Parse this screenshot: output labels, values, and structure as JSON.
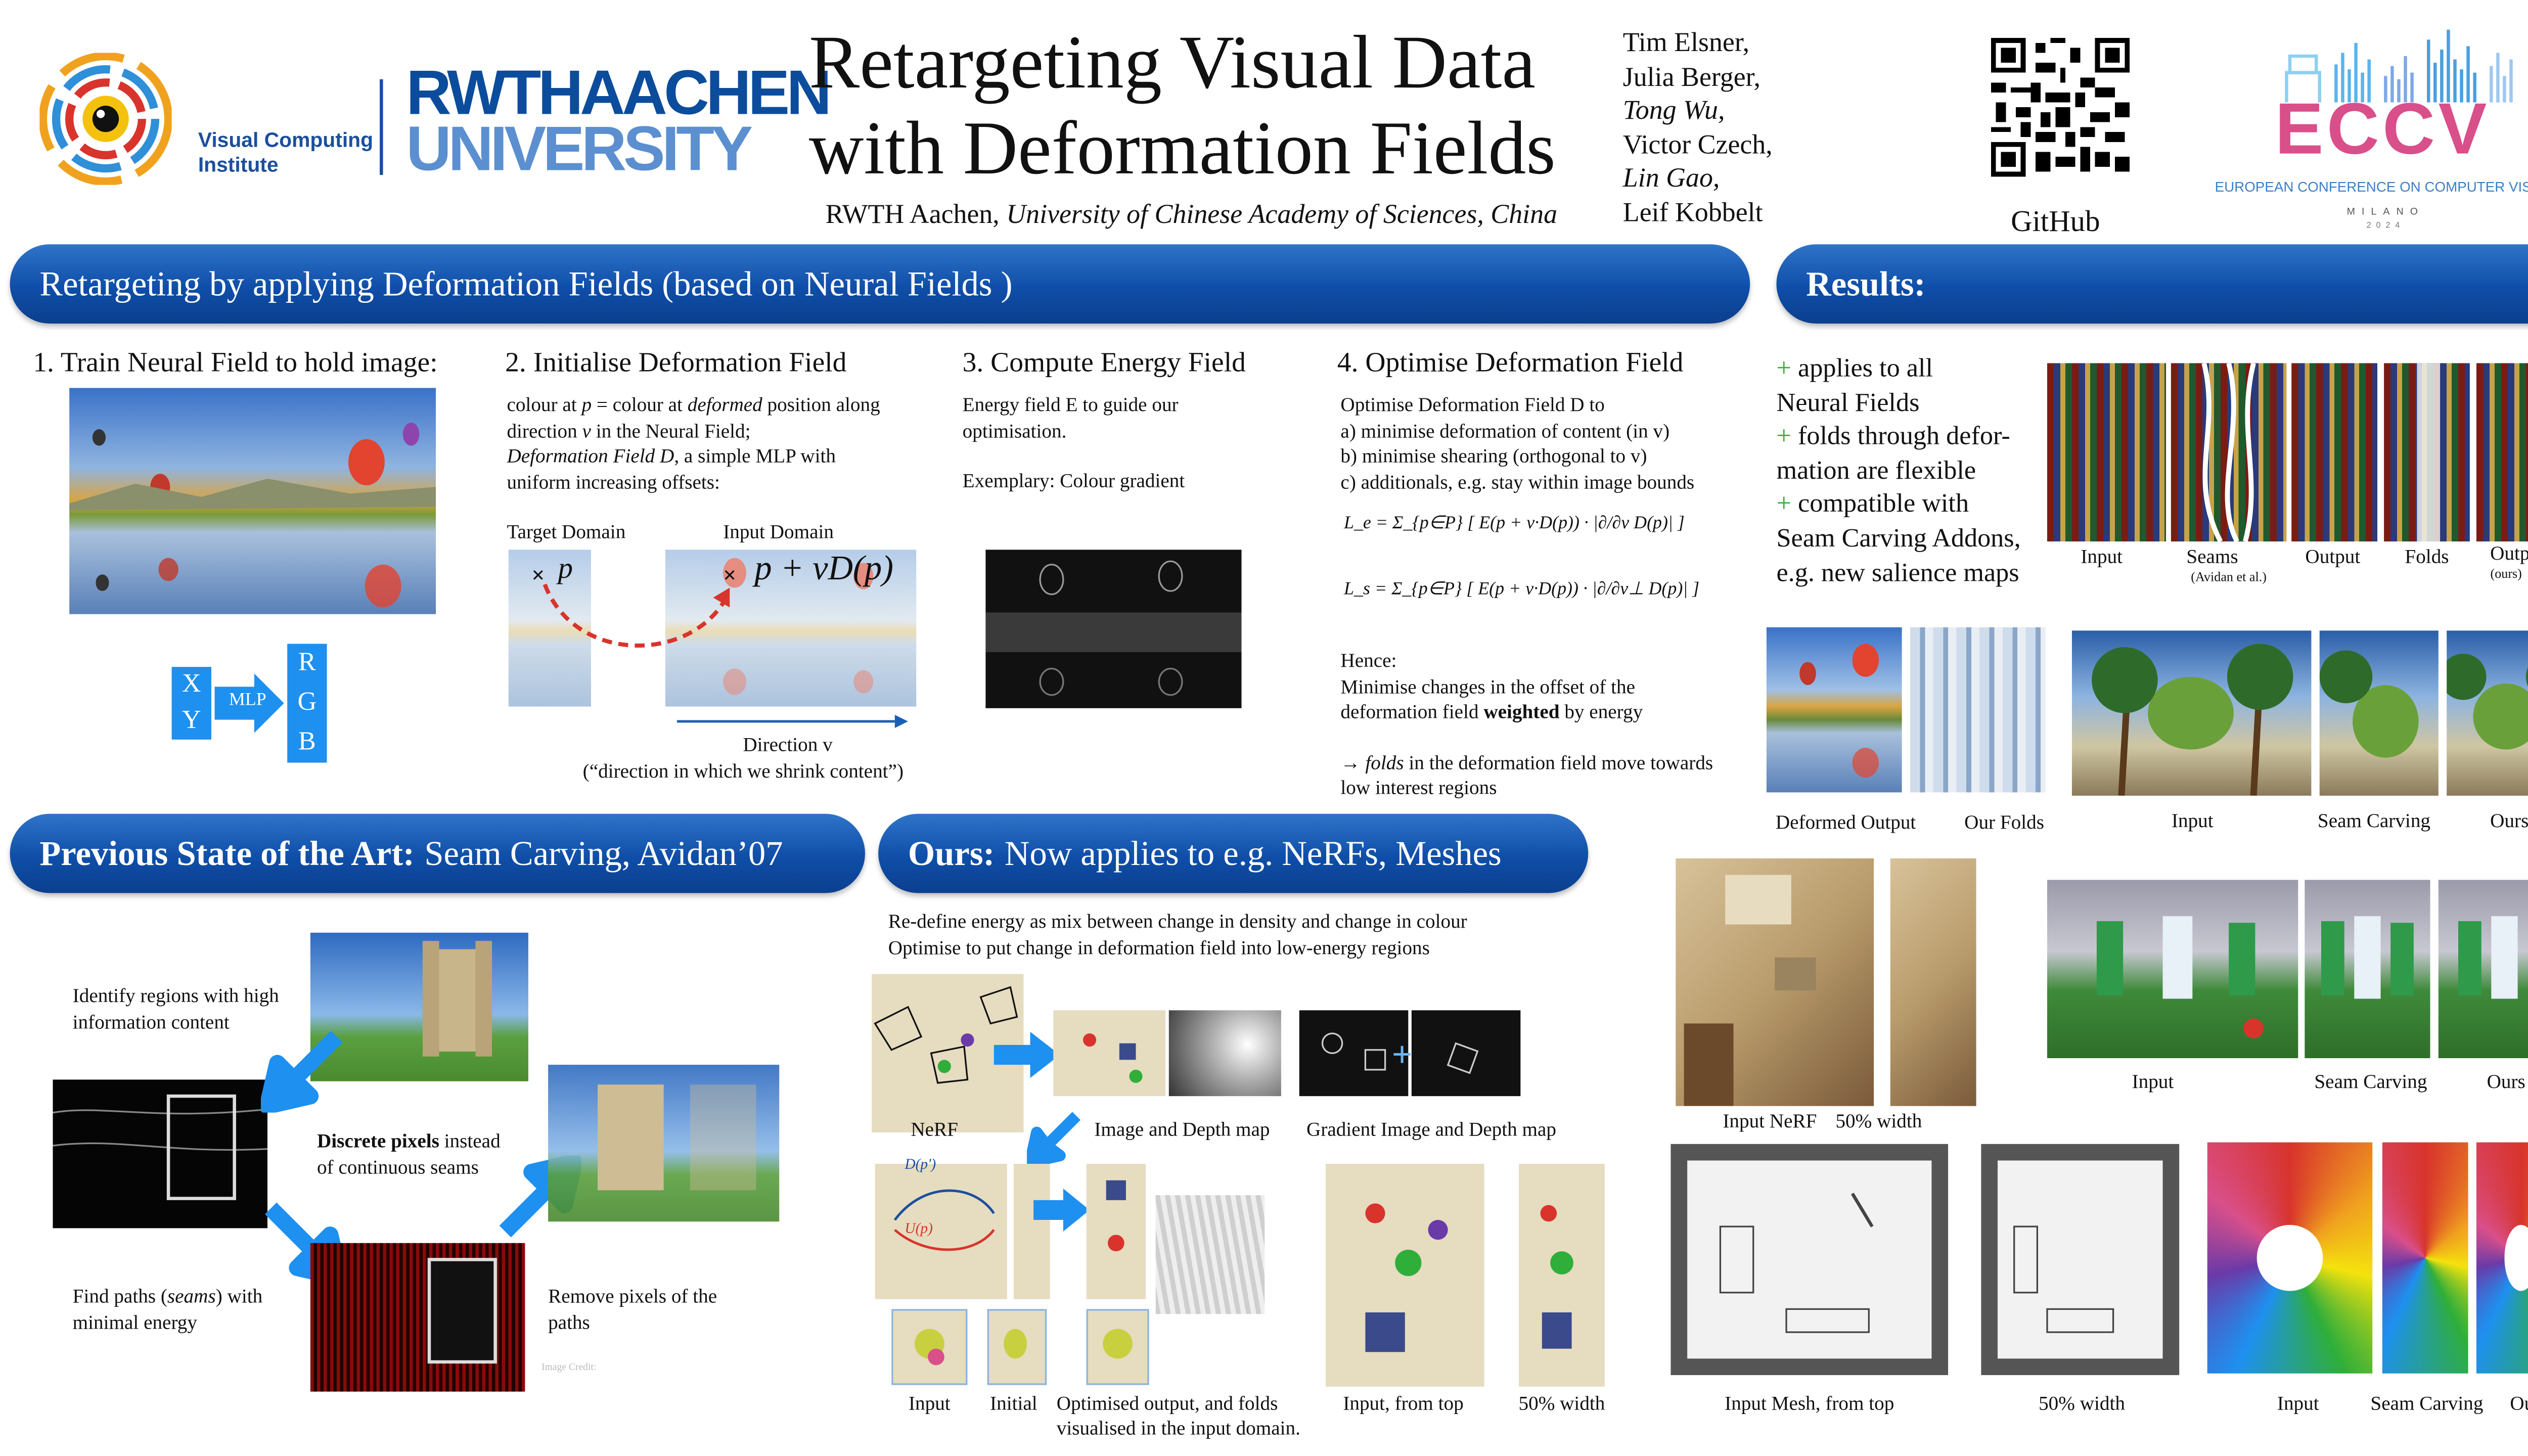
{
  "header": {
    "logo_text_1": "Visual Computing",
    "logo_text_2": "Institute",
    "rwth_1": "RWTHAACHEN",
    "rwth_2": "UNIVERSITY",
    "title_1": "Retargeting Visual Data",
    "title_2": "with Deformation Fields",
    "affil_1": "RWTH Aachen, ",
    "affil_2": "University of Chinese Academy of Sciences, China",
    "authors": [
      "Tim Elsner,",
      "Julia Berger,",
      "Tong Wu,",
      "Victor Czech,",
      "Lin Gao,",
      "Leif Kobbelt"
    ],
    "github": "GitHub",
    "eccv": "ECCV",
    "eccv_full": "EUROPEAN CONFERENCE ON COMPUTER VISION",
    "milano": "MILANO",
    "year": "2024"
  },
  "colors": {
    "banner": "#0f4ea8",
    "accent": "#2fae3a",
    "arrow": "#1e90ef",
    "eccv_pink": "#d94f8a"
  },
  "section1": {
    "banner": "Retargeting by applying Deformation Fields (based on Neural Fields )",
    "step1": "1. Train Neural Field to hold image:",
    "step2": "2. Initialise Deformation Field",
    "step3": "3. Compute Energy Field",
    "step4": "4. Optimise Deformation Field",
    "xy_x": "X",
    "xy_y": "Y",
    "mlp": "MLP",
    "r": "R",
    "g": "G",
    "b": "B",
    "s2_l1a": "colour at ",
    "s2_p": "p",
    "s2_l1b": " = colour at ",
    "s2_def": "deformed",
    "s2_l1c": " position along",
    "s2_l2a": "direction ",
    "s2_v": "v",
    "s2_l2b": " in the Neural Field;",
    "s2_l3": "Deformation Field D",
    "s2_l3b": ", a simple MLP with",
    "s2_l4": "uniform increasing offsets:",
    "target": "Target Domain",
    "input": "Input Domain",
    "p_label": "p",
    "pv_label": "p + vD(p)",
    "direction": "Direction v",
    "direction_note": "(“direction in which we shrink content”)",
    "s3_l1": "Energy field E to guide our",
    "s3_l2": "optimisation.",
    "s3_l3": "Exemplary: Colour gradient",
    "s4_l1": "Optimise Deformation Field  D to",
    "s4_l2": "a) minimise deformation of content (in v)",
    "s4_l3": "b) minimise shearing (orthogonal to v)",
    "s4_l4": "c) additionals, e.g. stay within image bounds",
    "eq_le": "L_e = Σ_{p∈P} [ E(p + v·D(p)) · |∂/∂v D(p)| ]",
    "eq_ls": "L_s = Σ_{p∈P} [ E(p + v·D(p)) · |∂/∂v⊥ D(p)| ]",
    "hence": "Hence:",
    "hence_l1": "Minimise changes in the offset of the",
    "hence_l2a": "deformation field ",
    "hence_l2b": "weighted",
    "hence_l2c": " by energy",
    "folds_a": "→ ",
    "folds_b": "folds",
    "folds_c": " in the deformation field move towards",
    "folds_d": "low interest regions"
  },
  "results": {
    "banner": "Results:",
    "plus": "+",
    "b1a": " applies to all",
    "b1b": "Neural Fields",
    "b2a": " folds through defor-",
    "b2b": "mation are flexible",
    "b3a": " compatible with",
    "b3b": "Seam Carving Addons,",
    "b3c": "e.g. new salience maps",
    "lib_caps": [
      "Input",
      "Seams",
      "Output",
      "Folds",
      "Output"
    ],
    "lib_sub_seams": "(Avidan et al.)",
    "lib_sub_ours": "(ours)",
    "deformed_output": "Deformed Output",
    "our_folds": "Our Folds",
    "palm_caps": [
      "Input",
      "Seam Carving",
      "Ours"
    ],
    "soccer_caps": [
      "Input",
      "Seam Carving",
      "Ours"
    ],
    "nerf_caps": [
      "Input NeRF",
      "50% width"
    ],
    "mesh_caps": [
      "Input Mesh, from top",
      "50% width"
    ],
    "pencil_caps": [
      "Input",
      "Seam Carving",
      "Ours"
    ]
  },
  "prev": {
    "banner_b": "Previous State of the Art:",
    "banner_r": " Seam Carving, Avidan’07",
    "t1a": "Identify regions with high",
    "t1b": "information content",
    "t2a": "Discrete pixels",
    "t2b": " instead",
    "t2c": "of continuous seams",
    "t3a": "Find paths (",
    "t3b": "seams",
    "t3c": ") with",
    "t3d": "minimal energy",
    "t4a": "Remove pixels of the",
    "t4b": "paths",
    "credit": "Image Credit:"
  },
  "ours": {
    "banner_b": "Ours:",
    "banner_r": " Now applies to e.g. NeRFs, Meshes",
    "l1": "Re-define energy as mix between change in density and change in colour",
    "l2": "Optimise to put change in deformation field into low-energy regions",
    "nerf": "NeRF",
    "img_depth": "Image and Depth map",
    "grad_depth": "Gradient Image and Depth map",
    "dp": "D(p')",
    "up": "U(p)",
    "caps": [
      "Input",
      "Initial"
    ],
    "opt_a": "Optimised output, and folds",
    "opt_b": "visualised in the input domain.",
    "from_top": "Input, from top",
    "half": "50% width"
  }
}
